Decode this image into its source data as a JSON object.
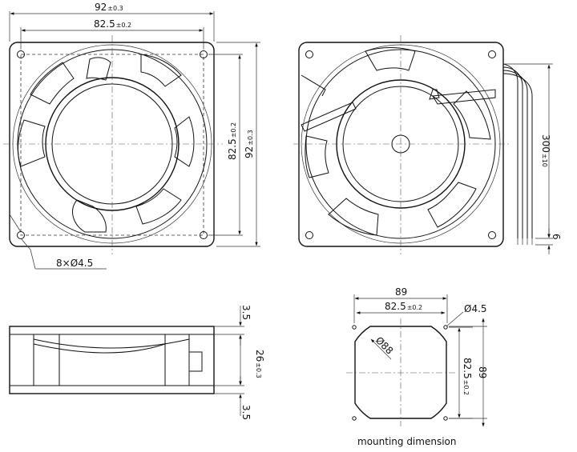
{
  "front_view": {
    "width_dim": "92",
    "width_tol": "±0.3",
    "hole_pitch_dim": "82.5",
    "hole_pitch_tol": "±0.2",
    "v_pitch_dim": "82.5",
    "v_pitch_tol": "±0.2",
    "height_dim": "92",
    "height_tol": "±0.3",
    "holes_callout": "8×Ø4.5"
  },
  "rear_view": {
    "lead_length_dim": "300",
    "lead_length_tol": "±10",
    "strip_length_dim": "6"
  },
  "side_view": {
    "flange_top_dim": "3.5",
    "depth_dim": "26",
    "depth_tol": "±0.3",
    "flange_bottom_dim": "3.5"
  },
  "mounting": {
    "overall_width_dim": "89",
    "pitch_dim": "82.5",
    "pitch_tol": "±0.2",
    "hole_dim": "Ø4.5",
    "cutout_dim": "Ø88",
    "v_pitch_dim": "82.5",
    "v_pitch_tol": "±0.2",
    "overall_height_dim": "89",
    "caption": "mounting dimension"
  }
}
